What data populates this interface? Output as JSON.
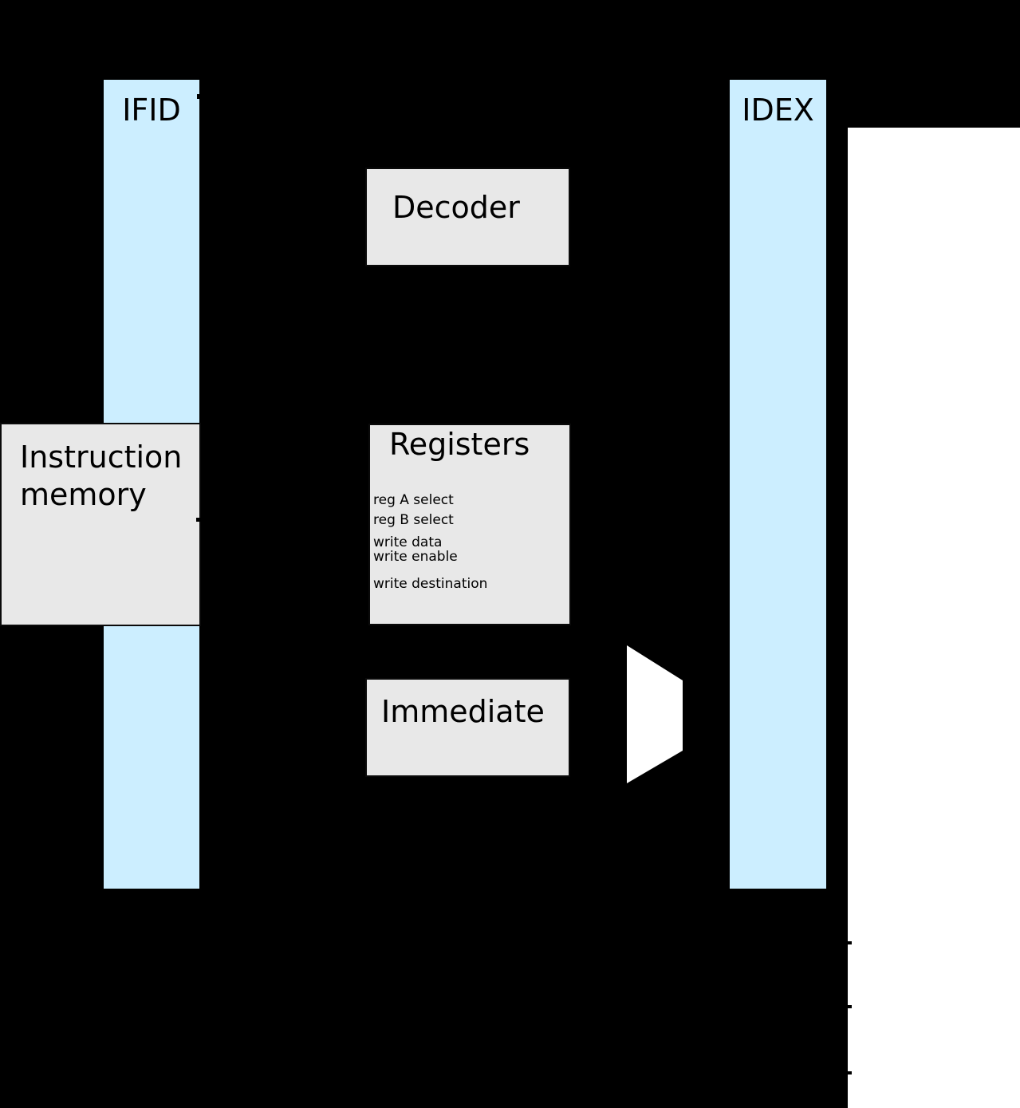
{
  "colors": {
    "background": "#000000",
    "pipeline_register_fill": "#cceeff",
    "block_fill": "#e8e8e8",
    "panel_fill": "#ffffff",
    "mux_fill": "#ffffff",
    "text": "#000000",
    "border": "#000000"
  },
  "bars": {
    "ifid": {
      "label": "IFID"
    },
    "idex": {
      "label": "IDEX"
    }
  },
  "blocks": {
    "decoder": {
      "label": "Decoder"
    },
    "instruction_memory": {
      "line1": "Instruction",
      "line2": "memory"
    },
    "registers": {
      "title": "Registers",
      "ports": [
        "reg A select",
        "reg B select",
        "write data",
        "write enable",
        "write destination"
      ]
    },
    "immediate": {
      "label": "Immediate"
    }
  },
  "shapes": {
    "mux": "multiplexer-trapezoid",
    "white_panel": "right-background-panel"
  }
}
